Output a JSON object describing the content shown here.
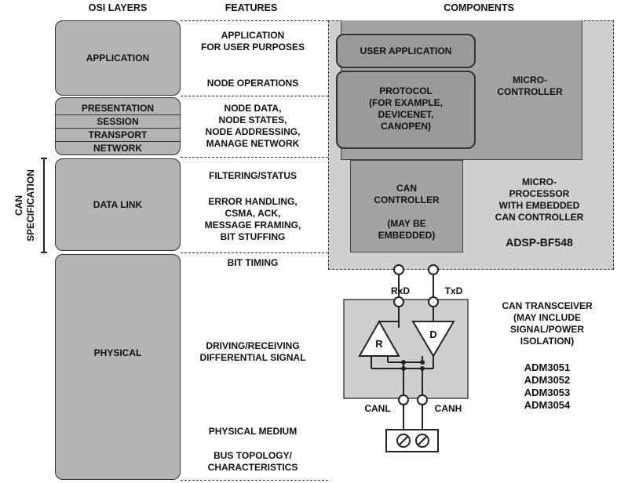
{
  "headers": {
    "osi_layers": "OSI LAYERS",
    "features": "FEATURES",
    "components": "COMPONENTS"
  },
  "layers": {
    "application": "APPLICATION",
    "presentation": "PRESENTATION",
    "session": "SESSION",
    "transport": "TRANSPORT",
    "network": "NETWORK",
    "data_link": "DATA LINK",
    "physical": "PHYSICAL"
  },
  "can_specification": "CAN\nSPECIFICATION",
  "features": {
    "application": "APPLICATION\nFOR USER PURPOSES",
    "node_operations": "NODE OPERATIONS",
    "node_data": "NODE DATA,\nNODE STATES,\nNODE ADDRESSING,\nMANAGE NETWORK",
    "filtering": "FILTERING/STATUS",
    "error_handling": "ERROR HANDLING,\nCSMA, ACK,\nMESSAGE FRAMING,\nBIT STUFFING",
    "bit_timing": "BIT TIMING",
    "driving": "DRIVING/RECEIVING\nDIFFERENTIAL SIGNAL",
    "physical_medium": "PHYSICAL MEDIUM",
    "bus_topology": "BUS TOPOLOGY/\nCHARACTERISTICS"
  },
  "components": {
    "user_application": "USER APPLICATION",
    "protocol": "PROTOCOL\n(FOR EXAMPLE,\nDEVICENET,\nCANOPEN)",
    "microcontroller": "MICRO-\nCONTROLLER",
    "can_controller": "CAN\nCONTROLLER\n\n(MAY BE\nEMBEDDED)",
    "microprocessor": "MICRO-\nPROCESSOR\nWITH EMBEDDED\nCAN CONTROLLER",
    "adsp": "ADSP-BF548",
    "rxd": "RxD",
    "txd": "TxD",
    "receiver": "R",
    "driver": "D",
    "canl": "CANL",
    "canh": "CANH",
    "transceiver": "CAN TRANSCEIVER\n(MAY INCLUDE\nSIGNAL/POWER\nISOLATION)",
    "part_numbers": "ADM3051\nADM3052\nADM3053\nADM3054"
  }
}
